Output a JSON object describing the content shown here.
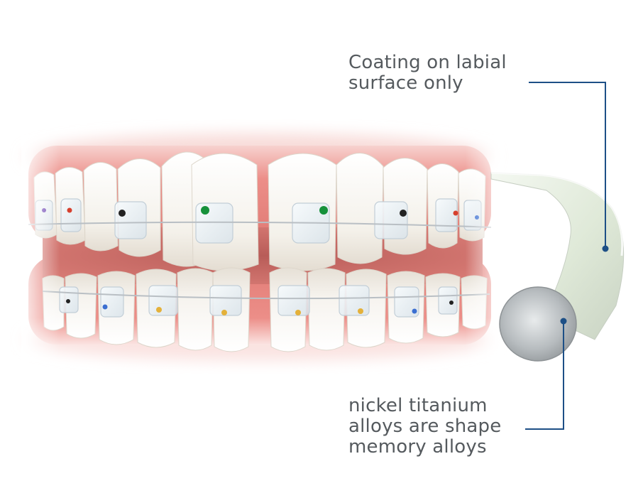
{
  "callouts": {
    "coating": {
      "lines": [
        "Coating on labial",
        "surface only"
      ]
    },
    "alloy": {
      "lines": [
        "nickel titanium",
        "alloys are shape",
        "memory alloys"
      ]
    }
  },
  "colors": {
    "gum": "#e98680",
    "tooth": "#f6f4ef",
    "bracket": "#e6edf2",
    "archwire": "#b9bfc4",
    "leader_line": "#1d4f86",
    "text": "#555a5e",
    "coating": "#e3ecdd",
    "wire_steel": "#9ea3a6"
  },
  "icons": {
    "top_dot": "callout-dot-icon",
    "bottom_dot": "callout-dot-icon"
  }
}
